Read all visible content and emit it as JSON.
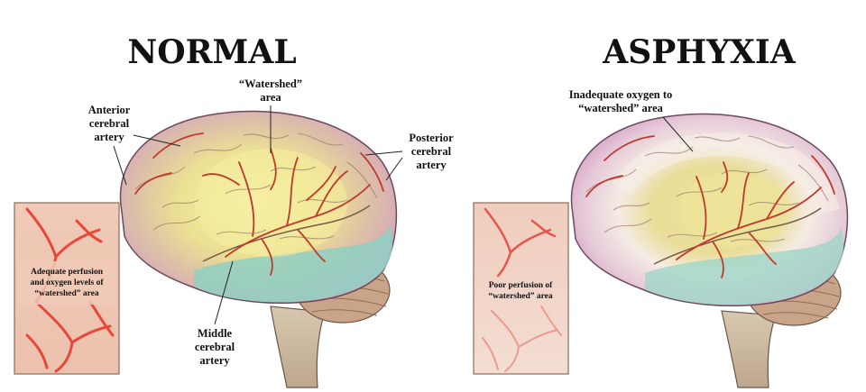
{
  "panels": {
    "normal": {
      "title": "NORMAL",
      "labels": {
        "watershed": [
          "“Watershed”",
          "area"
        ],
        "anterior": [
          "Anterior",
          "cerebral",
          "artery"
        ],
        "posterior": [
          "Posterior",
          "cerebral",
          "artery"
        ],
        "middle": [
          "Middle",
          "cerebral",
          "artery"
        ]
      },
      "inset_text": [
        "Adequate perfusion",
        "and oxygen levels of",
        "“watershed” area"
      ]
    },
    "asphyxia": {
      "title": "ASPHYXIA",
      "labels": {
        "inadequate": [
          "Inadequate oxygen to",
          "“watershed” area"
        ]
      },
      "inset_text": [
        "Poor perfusion of",
        "“watershed” area"
      ]
    }
  },
  "colors": {
    "cortex_pink": "#d9a6c8",
    "watershed_yellow": "#efe79a",
    "middle_green": "#8fcfc0",
    "artery_red": "#c0392b",
    "inset_bg": "#f1cdbb",
    "cerebellum": "#c9a488",
    "pale_ischemic": "#f3e7dd"
  }
}
